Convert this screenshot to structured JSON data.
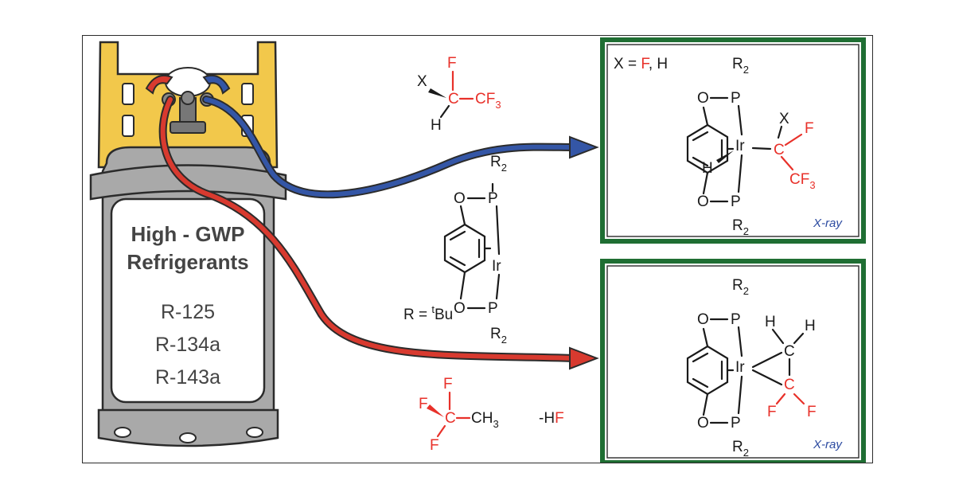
{
  "cylinder": {
    "title_line1": "High - GWP",
    "title_line2": "Refrigerants",
    "refrigerants": [
      "R-125",
      "R-134a",
      "R-143a"
    ]
  },
  "top_reactant": {
    "x": "X",
    "f": "F",
    "c": "C",
    "cf3": "CF",
    "cf3_sub": "3",
    "h": "H"
  },
  "bottom_reactant": {
    "f1": "F",
    "f2": "F",
    "f3": "F",
    "c": "C",
    "ch3": "CH",
    "ch3_sub": "3",
    "minus_h": "-H",
    "minus_f": "F"
  },
  "catalyst": {
    "r2_top": "R",
    "r2_top_sub": "2",
    "o_top": "O",
    "p_top": "P",
    "ir": "Ir",
    "o_bot": "O",
    "p_bot": "P",
    "r2_bot": "R",
    "r2_bot_sub": "2",
    "r_def_pre": "R = ",
    "r_def_sup": "t",
    "r_def_post": "Bu"
  },
  "product_top": {
    "x_def_pre": "X = ",
    "x_def_f": "F",
    "x_def_post": ", H",
    "r2_top": "R",
    "r2_top_sub": "2",
    "o_top": "O",
    "p_top": "P",
    "ir": "Ir",
    "h": "H",
    "x": "X",
    "c": "C",
    "f": "F",
    "cf3": "CF",
    "cf3_sub": "3",
    "o_bot": "O",
    "p_bot": "P",
    "r2_bot": "R",
    "r2_bot_sub": "2",
    "xray": "X-ray"
  },
  "product_bottom": {
    "r2_top": "R",
    "r2_top_sub": "2",
    "o_top": "O",
    "p_top": "P",
    "ir": "Ir",
    "h1": "H",
    "h2": "H",
    "c1": "C",
    "c2": "C",
    "f1": "F",
    "f2": "F",
    "o_bot": "O",
    "p_bot": "P",
    "r2_bot": "R",
    "r2_bot_sub": "2",
    "xray": "X-ray"
  },
  "colors": {
    "red": "#e8312a",
    "blue": "#2b4aa0",
    "green": "#1f6e33",
    "cylinder_gray": "#a9a9a9",
    "cylinder_yellow": "#f2c84b"
  }
}
